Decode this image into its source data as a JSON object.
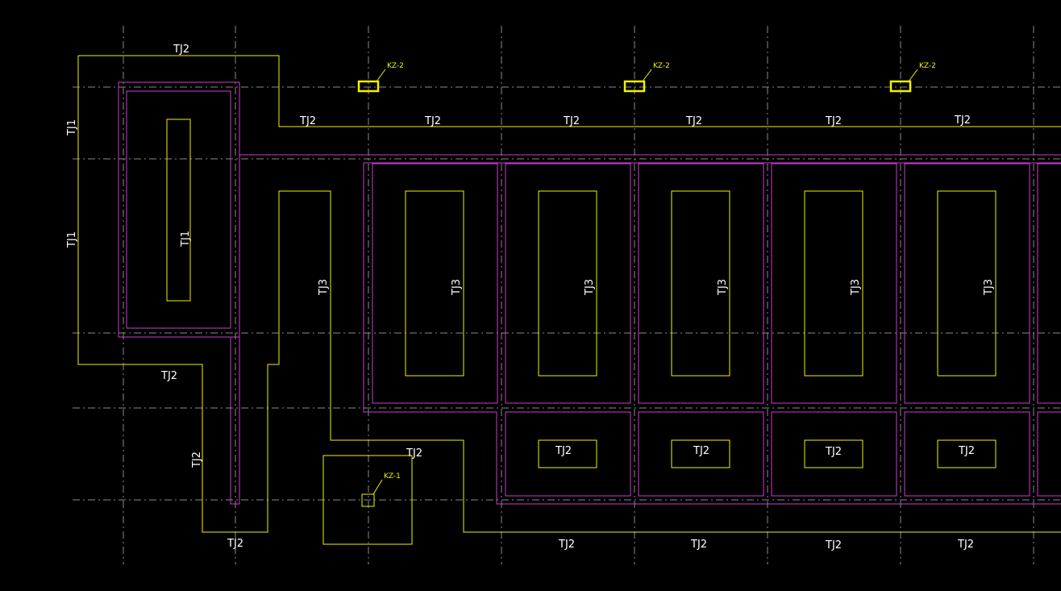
{
  "drawing": {
    "background": "#000000",
    "colors": {
      "grid": "#8a8a8a",
      "foundation_outline": "#f2f200",
      "beam_outline": "#d13ad1",
      "label": "#ffffff",
      "column_tag": "#f2f200"
    },
    "labels": {
      "tj1": "TJ1",
      "tj2": "TJ2",
      "tj3": "TJ3",
      "kz1": "KZ-1",
      "kz2": "KZ-2"
    }
  }
}
